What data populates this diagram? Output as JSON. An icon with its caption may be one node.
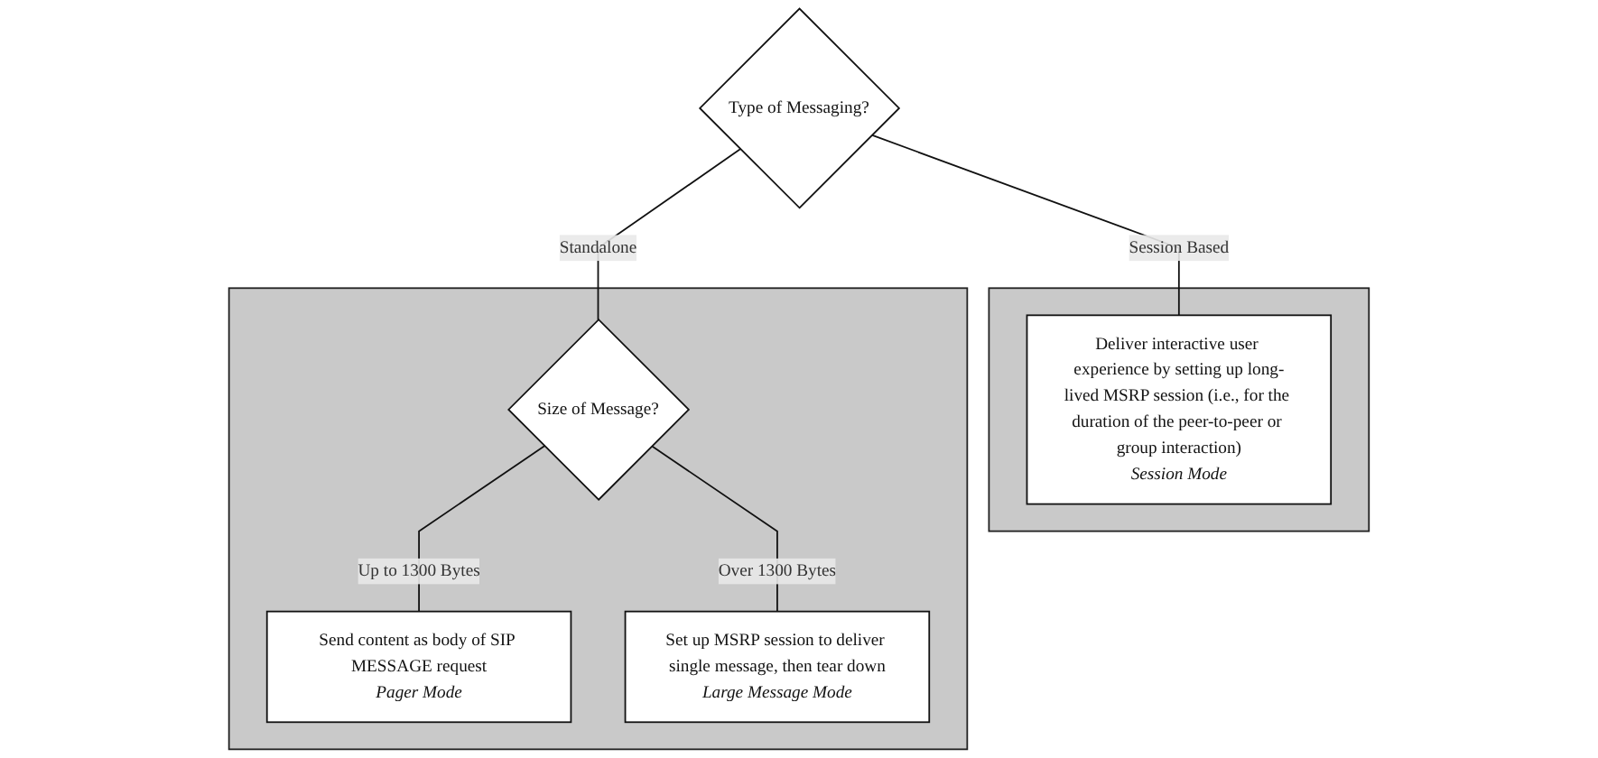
{
  "diagram": {
    "nodes": [
      {
        "text": [
          "Type of Messaging?"
        ]
      },
      {
        "text": [],
        "shape": "box"
      },
      {
        "text": [
          "Size of Message?"
        ],
        "in": 1
      },
      {
        "text": [
          "Send content as body of SIP MESSAGE request",
          "Pager Mode"
        ],
        "in": 1
      },
      {
        "text": [
          "Set up MSRP session to deliver single message, then tear down",
          "Large Message Mode"
        ],
        "in": 1
      },
      {
        "text": [],
        "shape": "box"
      },
      {
        "text": [
          "Deliver interactive user experience by setting up long-lived MSRP session (i.e., for the duration of the peer-to-peer or group interaction)",
          "Session Mode"
        ],
        "in": 5
      }
    ],
    "edges": [
      {
        "from": 0,
        "to": 2,
        "arrow": "none",
        "label": "Standalone"
      },
      {
        "from": 0,
        "to": 6,
        "arrow": "none",
        "label": "Session Based"
      },
      {
        "from": 2,
        "to": 3,
        "arrow": "none",
        "label": "Up to 1300 Bytes"
      },
      {
        "from": 2,
        "to": 4,
        "arrow": "none",
        "label": "Over 1300 Bytes"
      }
    ]
  }
}
